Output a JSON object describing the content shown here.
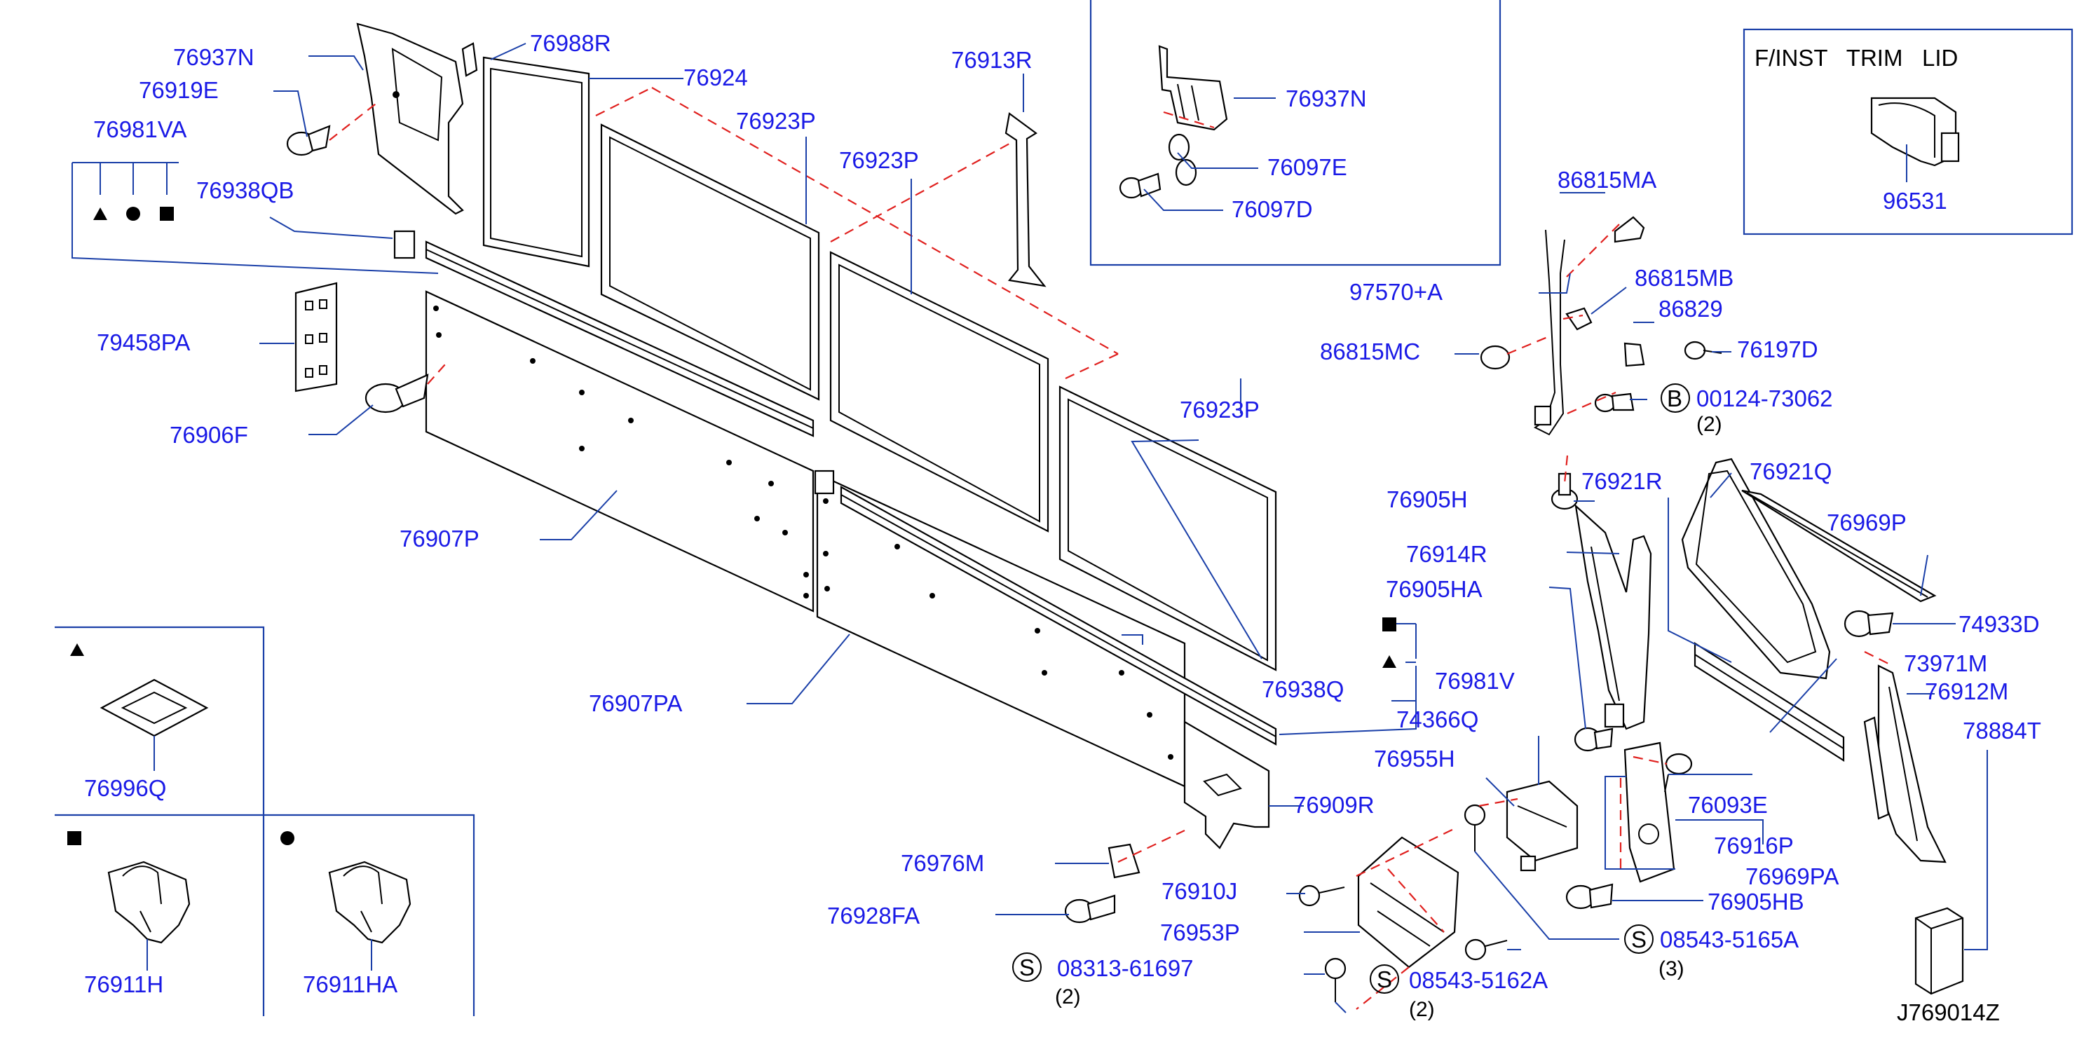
{
  "diagram_code": "J769014Z",
  "inset_title": "F/INST   TRIM   LID",
  "inset_parts": {
    "lid": "96531"
  },
  "symbols": {
    "triangle": "▲",
    "circle": "●",
    "square": "■",
    "screw_mark": "S",
    "bolt_mark": "B"
  },
  "labels": {
    "p76937N": "76937N",
    "p76919E": "76919E",
    "p76981VA": "76981VA",
    "p76938QB": "76938QB",
    "p79458PA": "79458PA",
    "p76906F": "76906F",
    "p76907P": "76907P",
    "p76907PA": "76907PA",
    "p76988R": "76988R",
    "p76924": "76924",
    "p76923P_1": "76923P",
    "p76923P_2": "76923P",
    "p76923P_3": "76923P",
    "p76913R": "76913R",
    "p76937N_detail": "76937N",
    "p76097E": "76097E",
    "p76097D": "76097D",
    "p86815MA": "86815MA",
    "p97570A": "97570+A",
    "p86815MB": "86815MB",
    "p86829": "86829",
    "p86815MC": "86815MC",
    "p76197D": "76197D",
    "p00124": "00124-73062",
    "p00124_qty": "(2)",
    "p76905H": "76905H",
    "p76921R": "76921R",
    "p76921Q": "76921Q",
    "p76969P": "76969P",
    "p76914R": "76914R",
    "p76905HA": "76905HA",
    "p74933D": "74933D",
    "p73971M": "73971M",
    "p76912M": "76912M",
    "p78884T": "78884T",
    "p76938Q": "76938Q",
    "p76981V": "76981V",
    "p74366Q": "74366Q",
    "p76955H": "76955H",
    "p76093E": "76093E",
    "p76916P": "76916P",
    "p76969PA": "76969PA",
    "p76905HB": "76905HB",
    "p08543_5165A": "08543-5165A",
    "p08543_5165A_qty": "(3)",
    "p76909R": "76909R",
    "p76976M": "76976M",
    "p76910J": "76910J",
    "p76928FA": "76928FA",
    "p76953P": "76953P",
    "p08313": "08313-61697",
    "p08313_qty": "(2)",
    "p08543_5162A": "08543-5162A",
    "p08543_5162A_qty": "(2)",
    "p76996Q": "76996Q",
    "p76911H": "76911H",
    "p76911HA": "76911HA"
  }
}
